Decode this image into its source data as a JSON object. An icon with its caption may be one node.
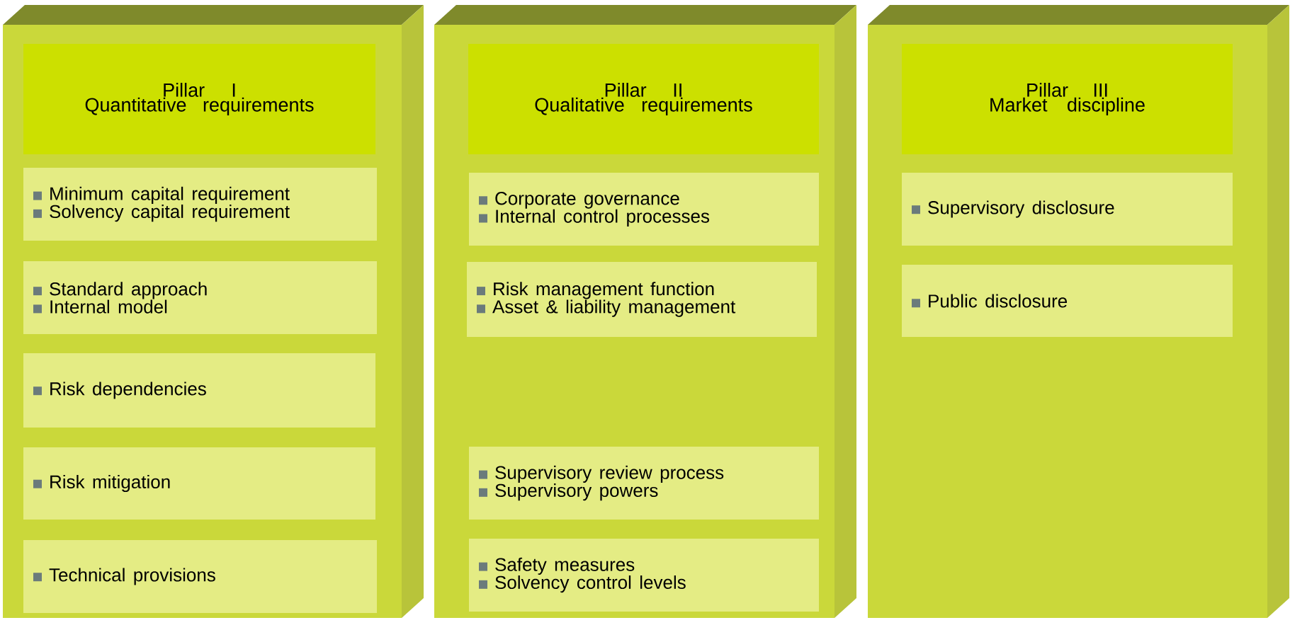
{
  "diagram": {
    "nodes": [
      {
        "text": [],
        "shape": "box"
      },
      {
        "text": [
          "Pillar I",
          "Quantitative requirements"
        ],
        "in": 0
      },
      {
        "text": [
          "Minimum capital requirement",
          "Solvency capital requirement"
        ],
        "in": 0
      },
      {
        "text": [
          "Standard approach",
          "Internal model"
        ],
        "in": 0
      },
      {
        "text": [
          "Risk dependencies"
        ],
        "in": 0
      },
      {
        "text": [
          "Risk mitigation"
        ],
        "in": 0
      },
      {
        "text": [
          "Technical provisions"
        ],
        "in": 0
      },
      {
        "text": [],
        "shape": "box"
      },
      {
        "text": [
          "Pillar II",
          "Qualitative requirements"
        ],
        "in": 7
      },
      {
        "text": [
          "Corporate governance",
          "Internal control processes"
        ],
        "in": 7
      },
      {
        "text": [
          "Risk management function",
          "Asset & liability management"
        ],
        "in": 7
      },
      {
        "text": [
          "Supervisory review process",
          "Supervisory powers"
        ],
        "in": 7
      },
      {
        "text": [
          "Safety measures",
          "Solvency control levels"
        ],
        "in": 7
      },
      {
        "text": [],
        "shape": "box"
      },
      {
        "text": [
          "Pillar III",
          "Market discipline"
        ],
        "in": 13
      },
      {
        "text": [
          "Supervisory disclosure"
        ],
        "in": 13
      },
      {
        "text": [
          "Public disclosure"
        ],
        "in": 13
      }
    ]
  }
}
